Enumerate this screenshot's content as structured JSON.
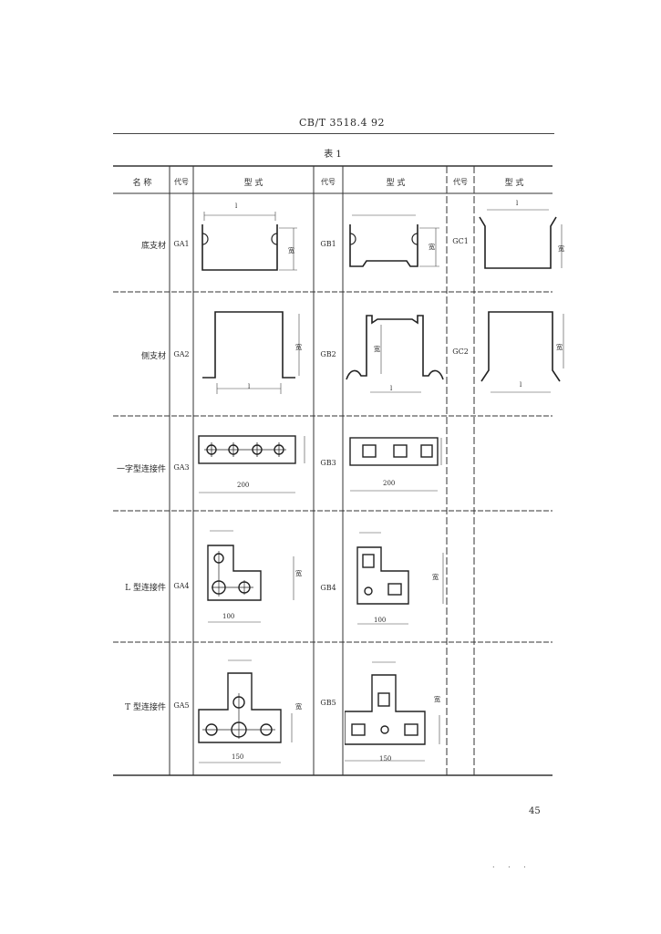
{
  "document": {
    "standard_code": "CB/T 3518.4 92",
    "table_title": "表 1",
    "page_number": "45",
    "footer_marks": ". . .",
    "headers": {
      "name": "名 称",
      "code_a": "代号",
      "style_a": "型 式",
      "code_b": "代号",
      "style_b": "型 式",
      "code_c": "代号",
      "style_c": "型 式"
    },
    "rows": [
      {
        "name": "底支材",
        "code_a": "GA1",
        "code_b": "GB1",
        "code_c": "GC1"
      },
      {
        "name": "侧支材",
        "code_a": "GA2",
        "code_b": "GB2",
        "code_c": "GC2"
      },
      {
        "name": "一字型连接件",
        "code_a": "GA3",
        "code_b": "GB3",
        "code_c": ""
      },
      {
        "name": "L 型连接件",
        "code_a": "GA4",
        "code_b": "GB4",
        "code_c": ""
      },
      {
        "name": "T 型连接件",
        "code_a": "GA5",
        "code_b": "GB5",
        "code_c": ""
      }
    ],
    "dimensions": {
      "width_mark": "l",
      "height_mark": "宽",
      "plate_length_1": "200",
      "plate_length_2": "200",
      "l_length_1": "100",
      "l_length_2": "100",
      "t_length_1": "150",
      "t_length_2": "150"
    }
  }
}
